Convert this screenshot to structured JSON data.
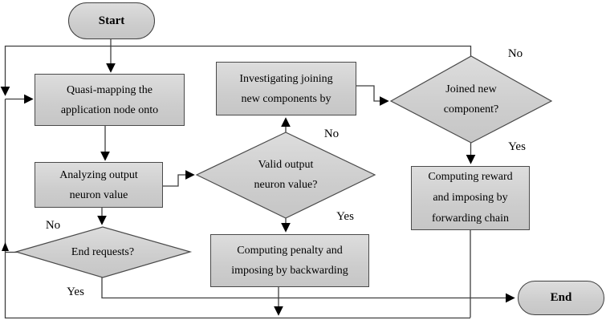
{
  "diagram": {
    "title": "flowchart",
    "nodes": {
      "start": {
        "label": "Start"
      },
      "quasi": {
        "lines": [
          "Quasi-mapping the",
          "application node onto"
        ]
      },
      "investigating": {
        "lines": [
          "Investigating joining",
          "new components by"
        ]
      },
      "joined": {
        "lines": [
          "Joined new",
          "component?"
        ]
      },
      "reward": {
        "lines": [
          "Computing reward",
          "and imposing by",
          "forwarding chain"
        ]
      },
      "analyzing": {
        "lines": [
          "Analyzing output",
          "neuron value"
        ]
      },
      "valid": {
        "lines": [
          "Valid output",
          "neuron value?"
        ]
      },
      "penalty": {
        "lines": [
          "Computing penalty and",
          "imposing by backwarding"
        ]
      },
      "endreq": {
        "label": "End requests?"
      },
      "end": {
        "label": "End"
      }
    },
    "edge_labels": {
      "joined_no": "No",
      "joined_yes": "Yes",
      "valid_no": "No",
      "valid_yes": "Yes",
      "endreq_no": "No",
      "endreq_yes": "Yes"
    },
    "colors": {
      "shape_fill_top": "#dddddd",
      "shape_fill_bottom": "#c6c6c6",
      "shape_border": "#4a4a4a",
      "line": "#3f3f3f",
      "arrow": "#000000"
    }
  }
}
